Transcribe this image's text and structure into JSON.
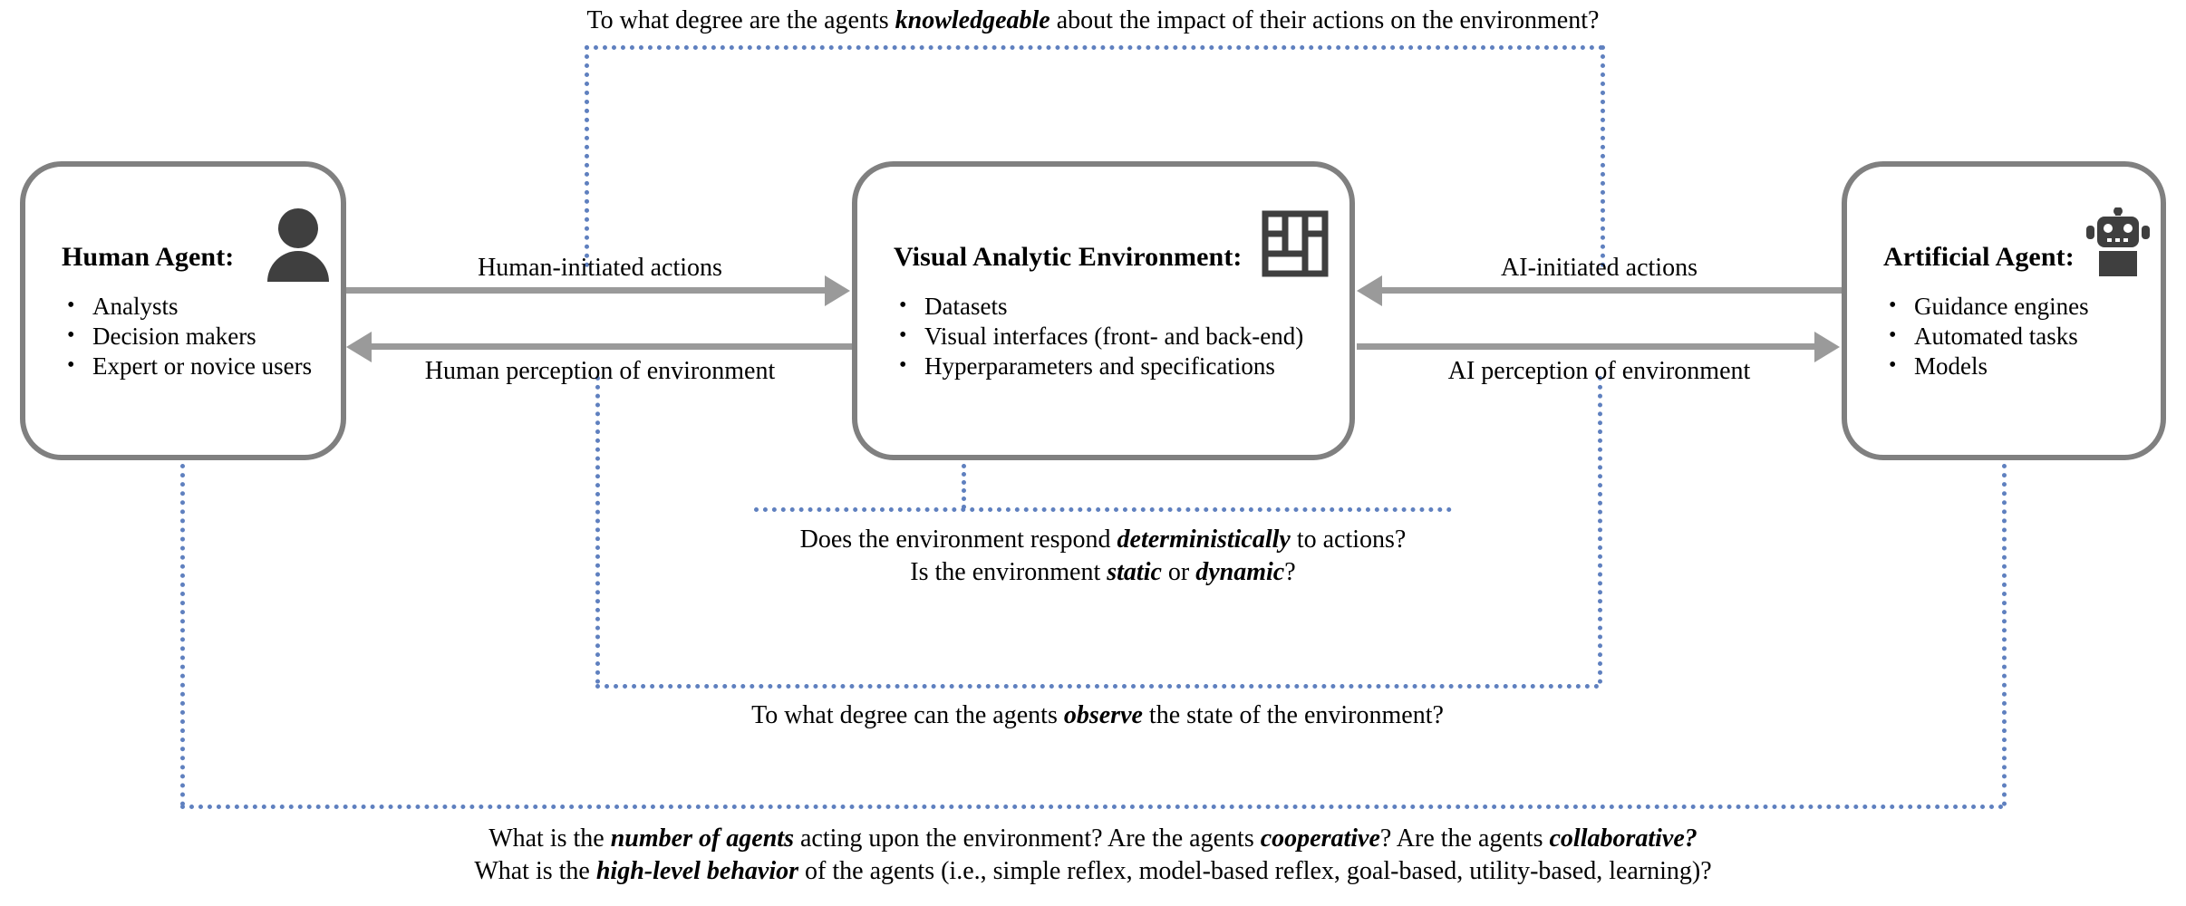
{
  "diagram": {
    "title_context": "Human-AI agents and the visual analytic environment",
    "accent_dotted_color": "#5F80BF",
    "box_border_color": "#808080",
    "arrow_color": "#9A9A9A",
    "icon_color": "#3F3F3F"
  },
  "nodes": {
    "human": {
      "title": "Human Agent:",
      "icon": "person-icon",
      "items": [
        "Analysts",
        "Decision makers",
        "Expert or novice users"
      ]
    },
    "environment": {
      "title": "Visual Analytic Environment:",
      "icon": "maze-icon",
      "items": [
        "Datasets",
        "Visual interfaces (front- and back-end)",
        "Hyperparameters and specifications"
      ]
    },
    "artificial": {
      "title": "Artificial Agent:",
      "icon": "robot-icon",
      "items": [
        "Guidance engines",
        "Automated tasks",
        "Models"
      ]
    }
  },
  "arrows": {
    "human_to_env": "Human-initiated actions",
    "env_to_human": "Human perception of environment",
    "ai_to_env": "AI-initiated actions",
    "env_to_ai": "AI perception of environment"
  },
  "annotations": {
    "knowledgeable": {
      "lines": [
        [
          {
            "t": "To what degree are the agents ",
            "b": false
          },
          {
            "t": "knowledgeable",
            "b": true
          },
          {
            "t": " about the impact of their actions on the environment?",
            "b": false
          }
        ]
      ]
    },
    "determinism": {
      "lines": [
        [
          {
            "t": "Does the environment respond ",
            "b": false
          },
          {
            "t": "deterministically",
            "b": true
          },
          {
            "t": " to actions?",
            "b": false
          }
        ],
        [
          {
            "t": "Is the environment ",
            "b": false
          },
          {
            "t": "static",
            "b": true
          },
          {
            "t": " or ",
            "b": false
          },
          {
            "t": "dynamic",
            "b": true
          },
          {
            "t": "?",
            "b": false
          }
        ]
      ]
    },
    "observability": {
      "lines": [
        [
          {
            "t": "To what degree can the agents ",
            "b": false
          },
          {
            "t": "observe",
            "b": true
          },
          {
            "t": " the state of the environment?",
            "b": false
          }
        ]
      ]
    },
    "agency": {
      "lines": [
        [
          {
            "t": "What is the ",
            "b": false
          },
          {
            "t": "number of agents",
            "b": true
          },
          {
            "t": " acting upon the environment? Are the agents ",
            "b": false
          },
          {
            "t": "cooperative",
            "b": true
          },
          {
            "t": "? Are the agents ",
            "b": false
          },
          {
            "t": "collaborative?",
            "b": true
          }
        ],
        [
          {
            "t": "What is the ",
            "b": false
          },
          {
            "t": "high-level behavior",
            "b": true
          },
          {
            "t": " of the agents (i.e., simple reflex, model-based reflex, goal-based, utility-based, learning)?",
            "b": false
          }
        ]
      ]
    }
  }
}
